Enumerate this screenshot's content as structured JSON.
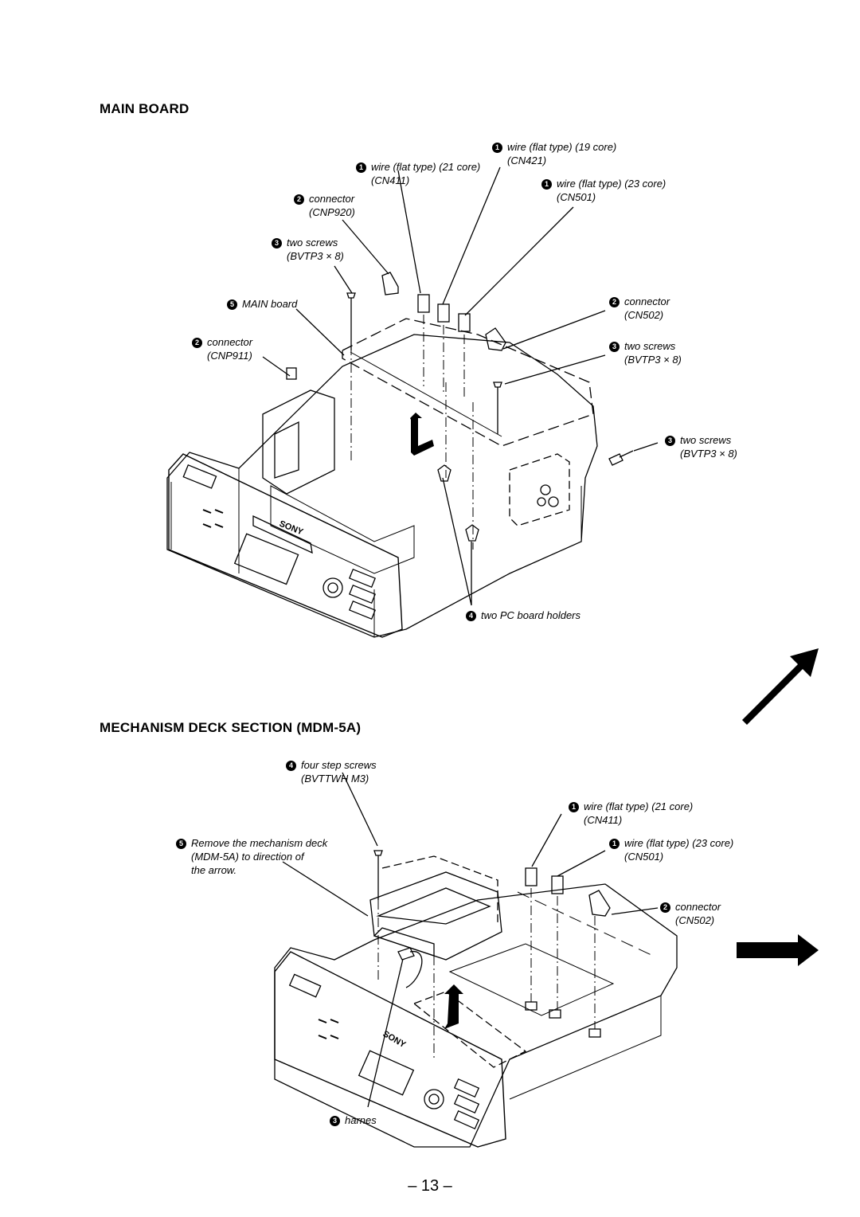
{
  "section1": {
    "title": "MAIN  BOARD",
    "labels": [
      {
        "num": "1",
        "line1": "wire (flat type) (19 core)",
        "line2": "(CN421)"
      },
      {
        "num": "1",
        "line1": "wire (flat type) (21 core)",
        "line2": "(CN411)"
      },
      {
        "num": "1",
        "line1": "wire (flat type) (23 core)",
        "line2": "(CN501)"
      },
      {
        "num": "2",
        "line1": "connector",
        "line2": "(CNP920)"
      },
      {
        "num": "3",
        "line1": "two screws",
        "line2": "(BVTP3 × 8)"
      },
      {
        "num": "5",
        "line1": "MAIN board",
        "line2": ""
      },
      {
        "num": "2",
        "line1": "connector",
        "line2": "(CN502)"
      },
      {
        "num": "2",
        "line1": "connector",
        "line2": "(CNP911)"
      },
      {
        "num": "3",
        "line1": "two screws",
        "line2": "(BVTP3 × 8)"
      },
      {
        "num": "3",
        "line1": "two screws",
        "line2": "(BVTP3 × 8)"
      },
      {
        "num": "4",
        "line1": "two PC board holders",
        "line2": ""
      }
    ]
  },
  "section2": {
    "title": "MECHANISM  DECK  SECTION (MDM-5A)",
    "labels": [
      {
        "num": "4",
        "line1": "four step screws",
        "line2": "(BVTTWH M3)"
      },
      {
        "num": "1",
        "line1": "wire (flat type) (21 core)",
        "line2": "(CN411)"
      },
      {
        "num": "5",
        "line1": "Remove the mechanism deck",
        "line2": "(MDM-5A) to direction of",
        "line3": "the arrow."
      },
      {
        "num": "1",
        "line1": "wire (flat type) (23 core)",
        "line2": "(CN501)"
      },
      {
        "num": "2",
        "line1": "connector",
        "line2": "(CN502)"
      },
      {
        "num": "3",
        "line1": "harnes",
        "line2": ""
      }
    ]
  },
  "brand": "SONY",
  "page_number": "– 13 –"
}
